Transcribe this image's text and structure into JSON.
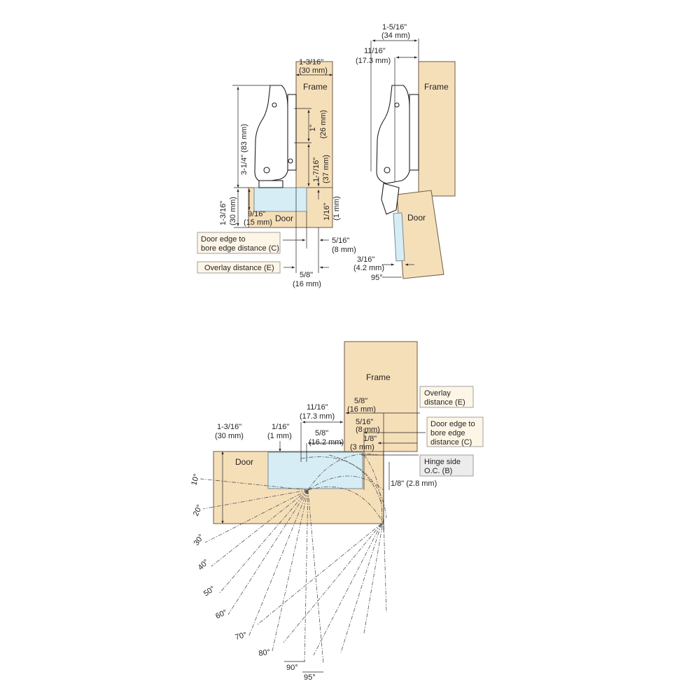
{
  "diagram": {
    "top_left": {
      "frame_label": "Frame",
      "door_label": "Door",
      "dim_frame_width": [
        "1-3/16\"",
        "(30 mm)"
      ],
      "dim_height": "3-1/4\" (83 mm)",
      "dim_1in": "1\"",
      "dim_26mm": "(26 mm)",
      "dim_37": "1-7/16\"",
      "dim_37mm": "(37 mm)",
      "dim_door_thick": "1-3/16\"",
      "dim_door_thick_mm": "(30 mm)",
      "dim_cup": [
        "9/16\"",
        "(15 mm)"
      ],
      "dim_gap": "1/16\"",
      "dim_gap_mm": "(1 mm)",
      "dim_c": [
        "5/16\"",
        "(8 mm)"
      ],
      "dim_e": [
        "5/8\"",
        "(16 mm)"
      ],
      "callout_c": [
        "Door edge to",
        "bore edge distance (C)"
      ],
      "callout_e": "Overlay distance (E)"
    },
    "top_right": {
      "frame_label": "Frame",
      "door_label": "Door",
      "dim_34": [
        "1-5/16\"",
        "(34 mm)"
      ],
      "dim_17": [
        "11/16\"",
        "(17.3 mm)"
      ],
      "dim_42": [
        "3/16\"",
        "(4.2 mm)"
      ],
      "angle": "95°"
    },
    "bottom": {
      "frame_label": "Frame",
      "door_label": "Door",
      "dim_door_thick": [
        "1-3/16\"",
        "(30 mm)"
      ],
      "dim_gap": [
        "1/16\"",
        "(1 mm)"
      ],
      "dim_17": [
        "11/16\"",
        "(17.3 mm)"
      ],
      "dim_16_2": [
        "5/8\"",
        "(16.2 mm)"
      ],
      "dim_e": [
        "5/8\"",
        "(16 mm)"
      ],
      "dim_c": [
        "5/16\"",
        "(8 mm)"
      ],
      "dim_3": [
        "1/8\"",
        "(3 mm)"
      ],
      "dim_2_8": "1/8\" (2.8 mm)",
      "callout_e": [
        "Overlay",
        "distance (E)"
      ],
      "callout_c": [
        "Door edge to",
        "bore edge",
        "distance (C)"
      ],
      "callout_b": [
        "Hinge side",
        "O.C. (B)"
      ],
      "angles": [
        "10°",
        "20°",
        "30°",
        "40°",
        "50°",
        "60°",
        "70°",
        "80°",
        "90°",
        "95°"
      ]
    }
  }
}
